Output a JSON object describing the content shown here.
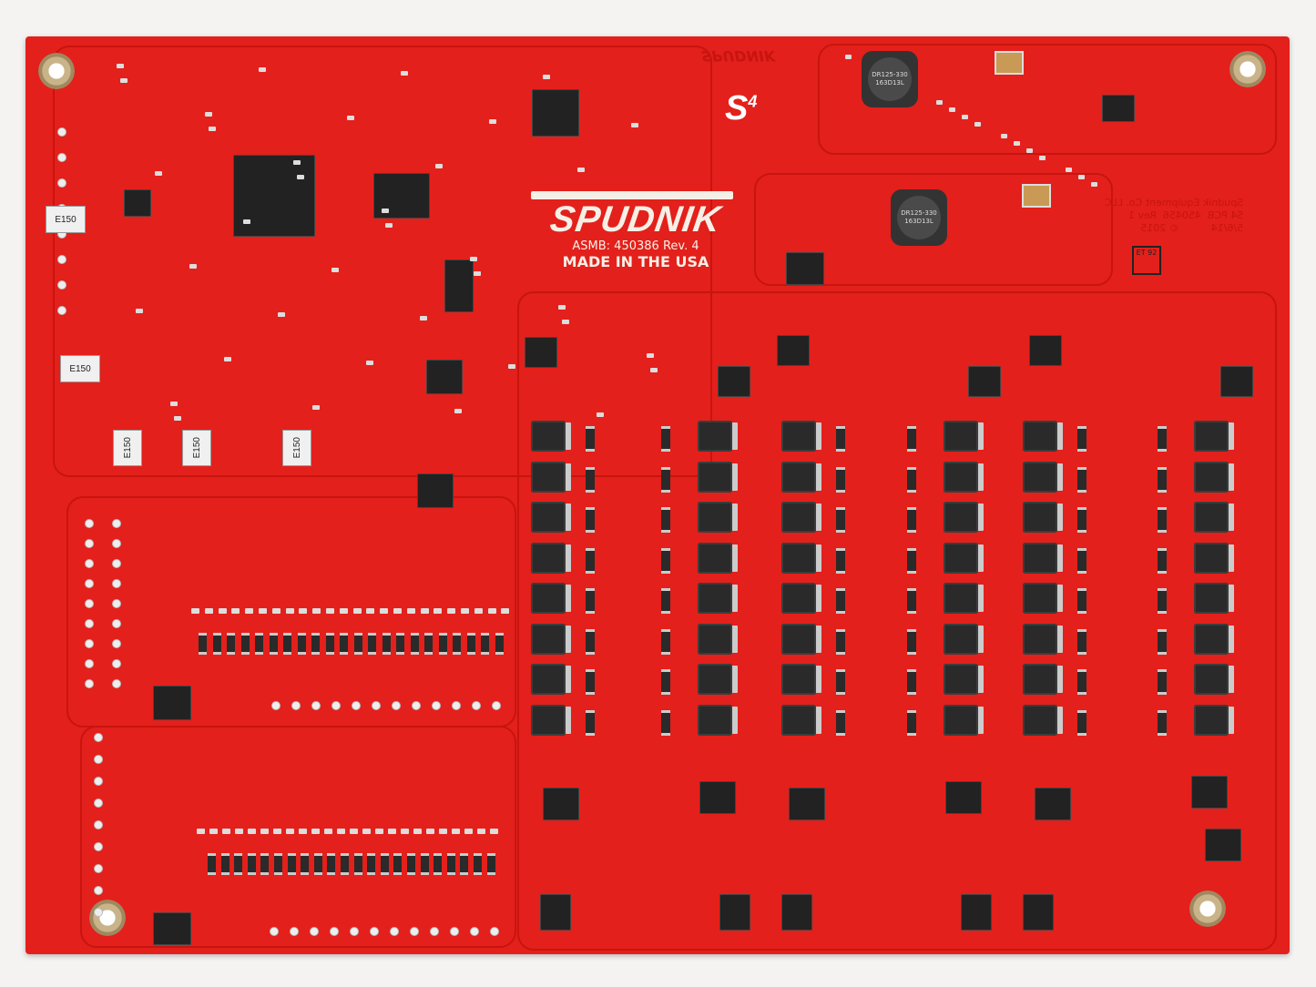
{
  "board": {
    "brand": "SPUDNIK",
    "assembly": "ASMB: 450386  Rev. 4",
    "origin": "MADE IN THE USA",
    "model_mark": "S",
    "model_sup": "4",
    "mirrored_brand": "SPUDNIK",
    "mirrored_silkscreen": "Spudnik Equipment Co. LLC\nS4 PCB  450456  Rev 1\n5/6/14          © 2015",
    "inspection_label": "ET 92",
    "inductor_marking": "DR125-330\n163D13L",
    "fuse_marking": "E150",
    "colors": {
      "board": "#e3201b",
      "silk": "#f6efe6",
      "component": "#2a2a2a"
    }
  }
}
